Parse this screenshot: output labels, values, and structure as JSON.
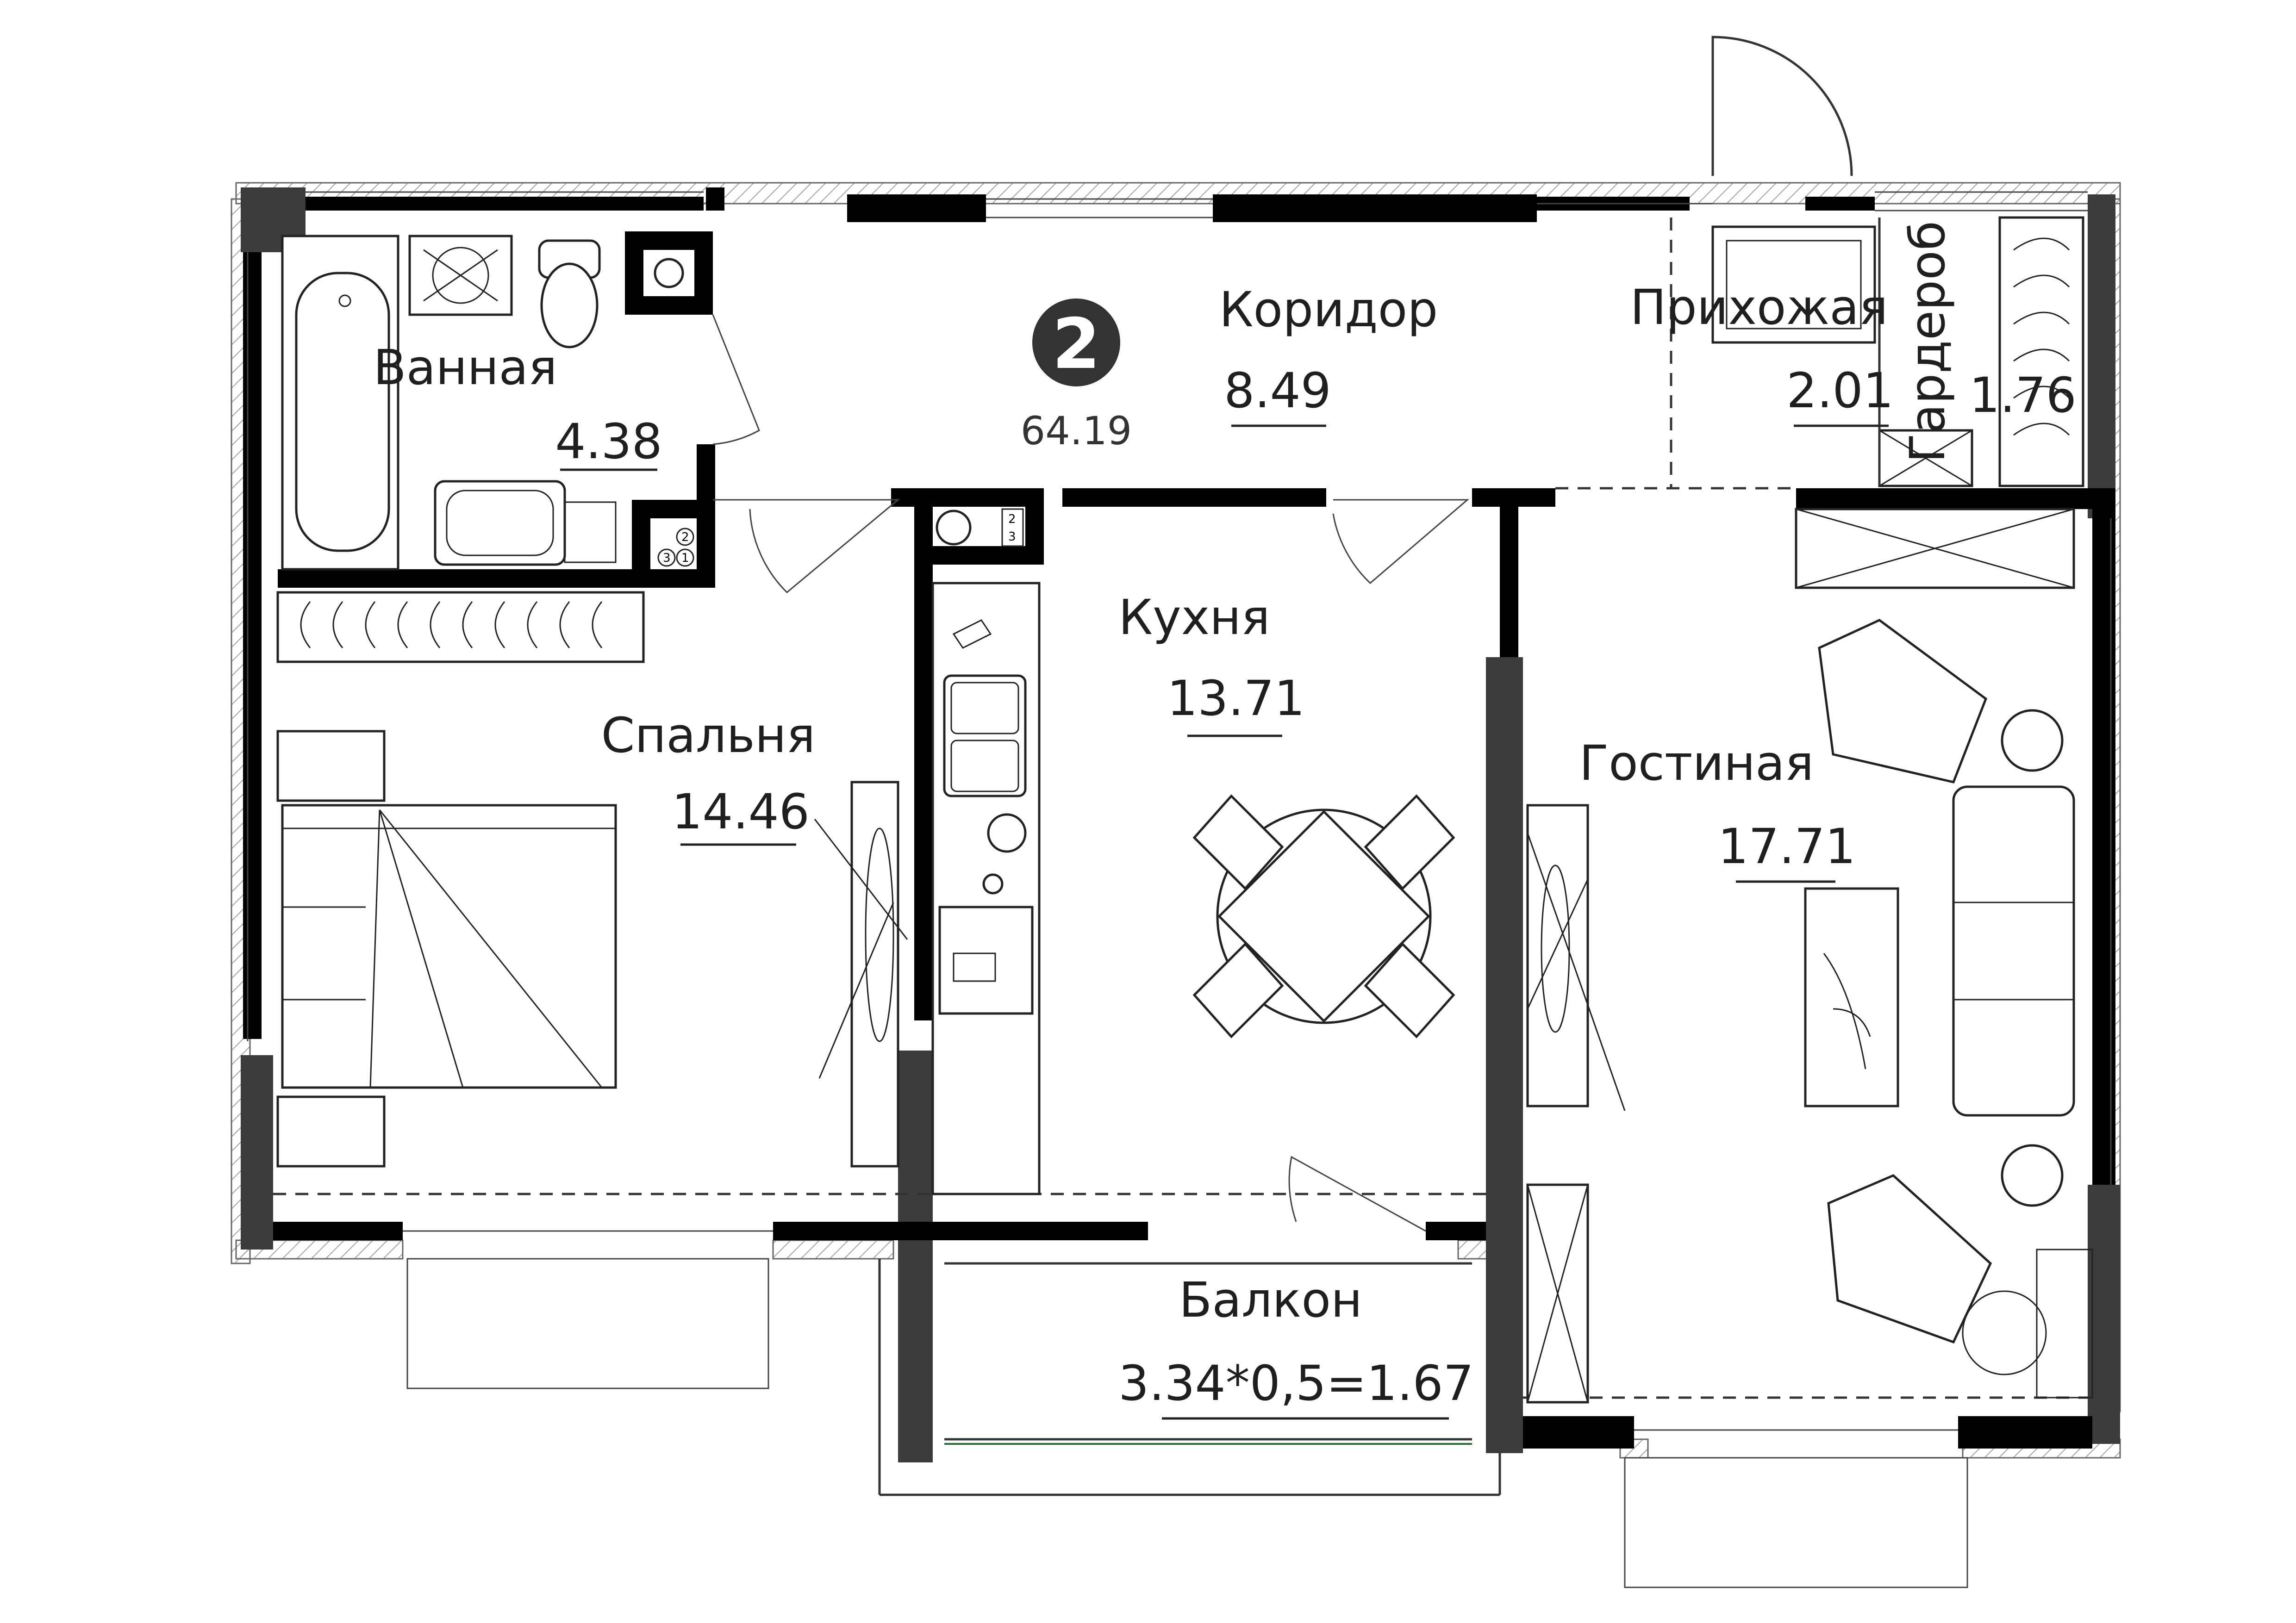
{
  "apartment": {
    "room_count": "2",
    "total_area": "64.19"
  },
  "rooms": {
    "bathroom": {
      "name": "Ванная",
      "area": "4.38"
    },
    "corridor": {
      "name": "Коридор",
      "area": "8.49"
    },
    "hallway": {
      "name": "Прихожая",
      "area": "2.01"
    },
    "wardrobe": {
      "name": "Гардероб",
      "area": "1.76"
    },
    "kitchen": {
      "name": "Кухня",
      "area": "13.71"
    },
    "bedroom": {
      "name": "Спальня",
      "area": "14.46"
    },
    "living": {
      "name": "Гостиная",
      "area": "17.71"
    },
    "balcony": {
      "name": "Балкон",
      "area": "3.34*0,5=1.67"
    }
  },
  "meters": {
    "bath_top": "2",
    "bath_left": "3",
    "bath_right": "1",
    "kitchen_top": "2",
    "kitchen_bottom": "3"
  },
  "colors": {
    "wall": "#000000",
    "unit_badge": "#333333",
    "line": "#333333"
  }
}
